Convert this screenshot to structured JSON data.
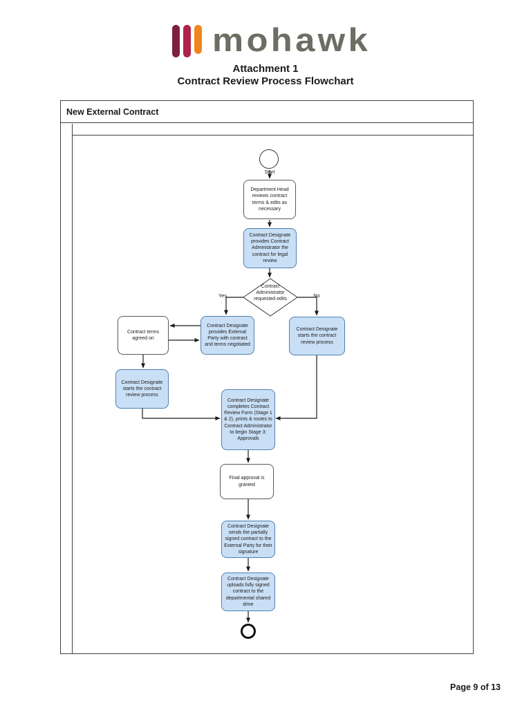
{
  "header": {
    "brand": "mohawk",
    "attachment_title": "Attachment 1",
    "doc_title": "Contract Review Process Flowchart",
    "brand_colors": {
      "bar1": "#7C2040",
      "bar2": "#AE2348",
      "bar3": "#F0861F",
      "text": "#6C6D63"
    }
  },
  "flowchart": {
    "lane_title": "New External Contract",
    "colors": {
      "process_fill": "#C9DFF5",
      "process_border": "#4E7FAE",
      "connector": "#1A1A1A"
    },
    "nodes": {
      "start_label": "Start",
      "dept_head_review": "Department Head reviews contract terms & edits as necessary",
      "provide_contract_admin": "Contract Designate provides Contract Administrator the contract for legal review",
      "decision_requested_edits": "Contract Administrator requested edits",
      "label_yes": "Yes",
      "label_no": "No",
      "provide_external_party": "Contract Designate provides External Party with contract and terms negotiated",
      "terms_agreed": "Contract terms agreed on",
      "start_contract_review": "Contract Designate starts the contract review process",
      "complete_review_form": "Contract Designate completes Contract Review Form (Stage 1 & 2), prints & routes to Contract Administrator to begin Stage 3: Approvals",
      "final_approval": "Final approval is granted",
      "send_partially_signed": "Contract Designate sends the partially signed contract to the External Party for their signature",
      "upload_fully_signed": "Contract Designate uploads fully signed contract to the departmental shared drive"
    }
  },
  "footer": {
    "page_indicator": "Page 9 of 13"
  }
}
